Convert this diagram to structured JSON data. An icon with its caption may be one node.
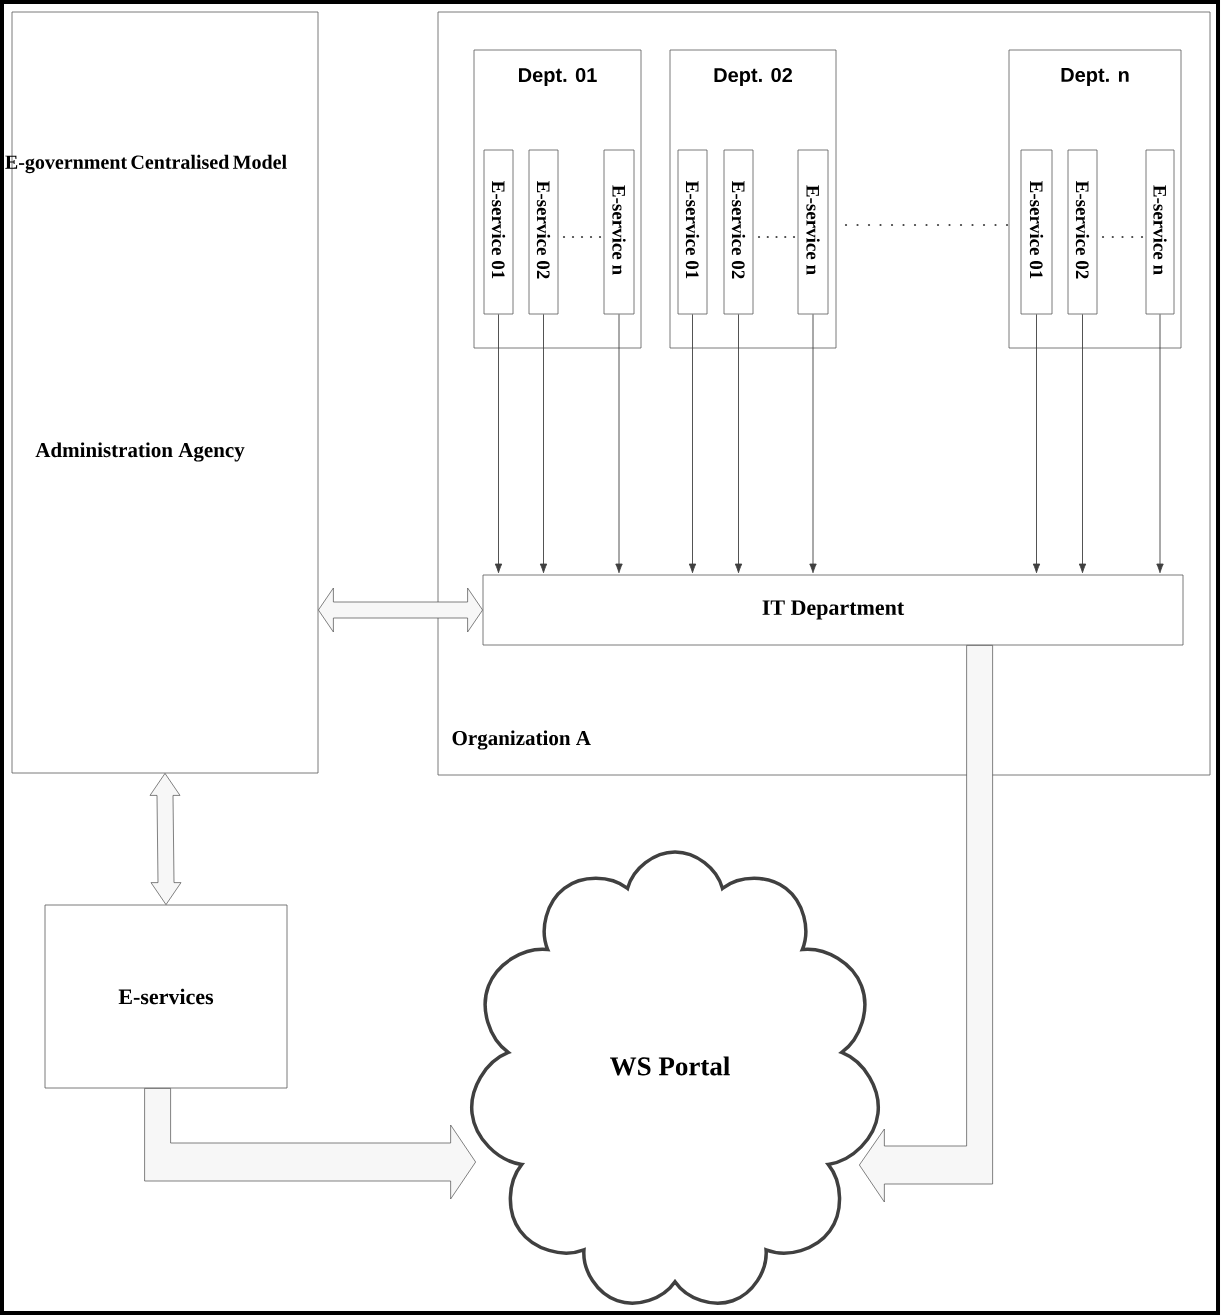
{
  "diagram": {
    "title": "E-government Centralised Model",
    "nodes": [
      {
        "text": [
          "Administration Agency"
        ]
      },
      {
        "text": [
          "Organization A"
        ]
      },
      {
        "text": [
          "Dept. 01"
        ],
        "in": 1
      },
      {
        "text": [
          "E-service 01"
        ],
        "in": 2
      },
      {
        "text": [
          "E-service 02"
        ],
        "in": 2
      },
      {
        "text": [
          "E-service n"
        ],
        "in": 2
      },
      {
        "text": [
          "Dept. 02"
        ],
        "in": 1
      },
      {
        "text": [
          "E-service 01"
        ],
        "in": 6
      },
      {
        "text": [
          "E-service 02"
        ],
        "in": 6
      },
      {
        "text": [
          "E-service n"
        ],
        "in": 6
      },
      {
        "text": [
          "Dept. n"
        ],
        "in": 1
      },
      {
        "text": [
          "E-service 01"
        ],
        "in": 10
      },
      {
        "text": [
          "E-service 02"
        ],
        "in": 10
      },
      {
        "text": [
          "E-service n"
        ],
        "in": 10
      },
      {
        "text": [
          "IT Department"
        ],
        "in": 1
      },
      {
        "text": [
          "E-services"
        ]
      },
      {
        "text": [
          "WS Portal"
        ]
      }
    ],
    "edges": [
      {
        "from": 3,
        "to": 14,
        "arrow": "to"
      },
      {
        "from": 4,
        "to": 14,
        "arrow": "to"
      },
      {
        "from": 5,
        "to": 14,
        "arrow": "to"
      },
      {
        "from": 7,
        "to": 14,
        "arrow": "to"
      },
      {
        "from": 8,
        "to": 14,
        "arrow": "to"
      },
      {
        "from": 9,
        "to": 14,
        "arrow": "to"
      },
      {
        "from": 11,
        "to": 14,
        "arrow": "to"
      },
      {
        "from": 12,
        "to": 14,
        "arrow": "to"
      },
      {
        "from": 13,
        "to": 14,
        "arrow": "to"
      },
      {
        "from": 0,
        "to": 14,
        "arrow": "both",
        "style": "thick"
      },
      {
        "from": 0,
        "to": 15,
        "arrow": "both",
        "style": "thick"
      },
      {
        "from": 15,
        "to": 16,
        "arrow": "to",
        "style": "thick"
      },
      {
        "from": 14,
        "to": 16,
        "arrow": "to",
        "style": "thick"
      }
    ]
  }
}
